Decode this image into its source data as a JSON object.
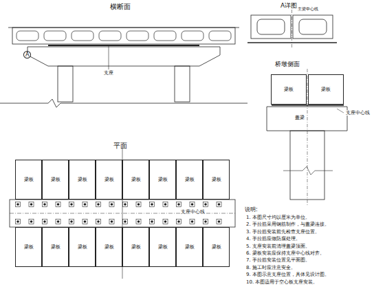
{
  "diagram": {
    "nodes": [
      {
        "text": [
          "梁板"
        ]
      },
      {
        "text": [
          "梁板"
        ]
      },
      {
        "text": [
          "梁板"
        ]
      },
      {
        "text": [
          "梁板"
        ]
      },
      {
        "text": [
          "梁板"
        ]
      },
      {
        "text": [
          "梁板"
        ]
      },
      {
        "text": [
          "梁板"
        ]
      },
      {
        "text": [
          "梁板"
        ]
      },
      {
        "text": [
          "梁板"
        ]
      },
      {
        "text": [
          "梁板"
        ]
      },
      {
        "text": [
          "梁板"
        ]
      },
      {
        "text": [
          "梁板"
        ]
      },
      {
        "text": [
          "梁板"
        ]
      },
      {
        "text": [
          "梁板"
        ]
      },
      {
        "text": [
          "梁板"
        ]
      },
      {
        "text": [
          "梁板"
        ]
      },
      {
        "text": [
          "梁板"
        ]
      },
      {
        "text": [
          "梁板"
        ]
      }
    ],
    "labels": [
      "横断面",
      "A",
      "支座",
      "平面",
      "支座中心线",
      "A详图",
      "主梁中心线",
      "桥墩侧面",
      "支座中心线",
      "盖梁",
      "说明:",
      "1. 本图尺寸均以厘米为单位。",
      "2. 手拉筋采用钢筋制作，与盖梁连接。",
      "3. 手拉筋安装前先检查支座位置。",
      "4. 手拉筋应做防腐处理。",
      "5. 支座安装前清理盖梁顶面。",
      "6. 梁板安装应保持支座中心线对齐。",
      "7. 手拉筋安装位置见平面图。",
      "8. 施工时应注意安全。",
      "9. 本图示意支座位置，具体见设计图。",
      "10. 本图适用于空心板支座安装。"
    ]
  }
}
